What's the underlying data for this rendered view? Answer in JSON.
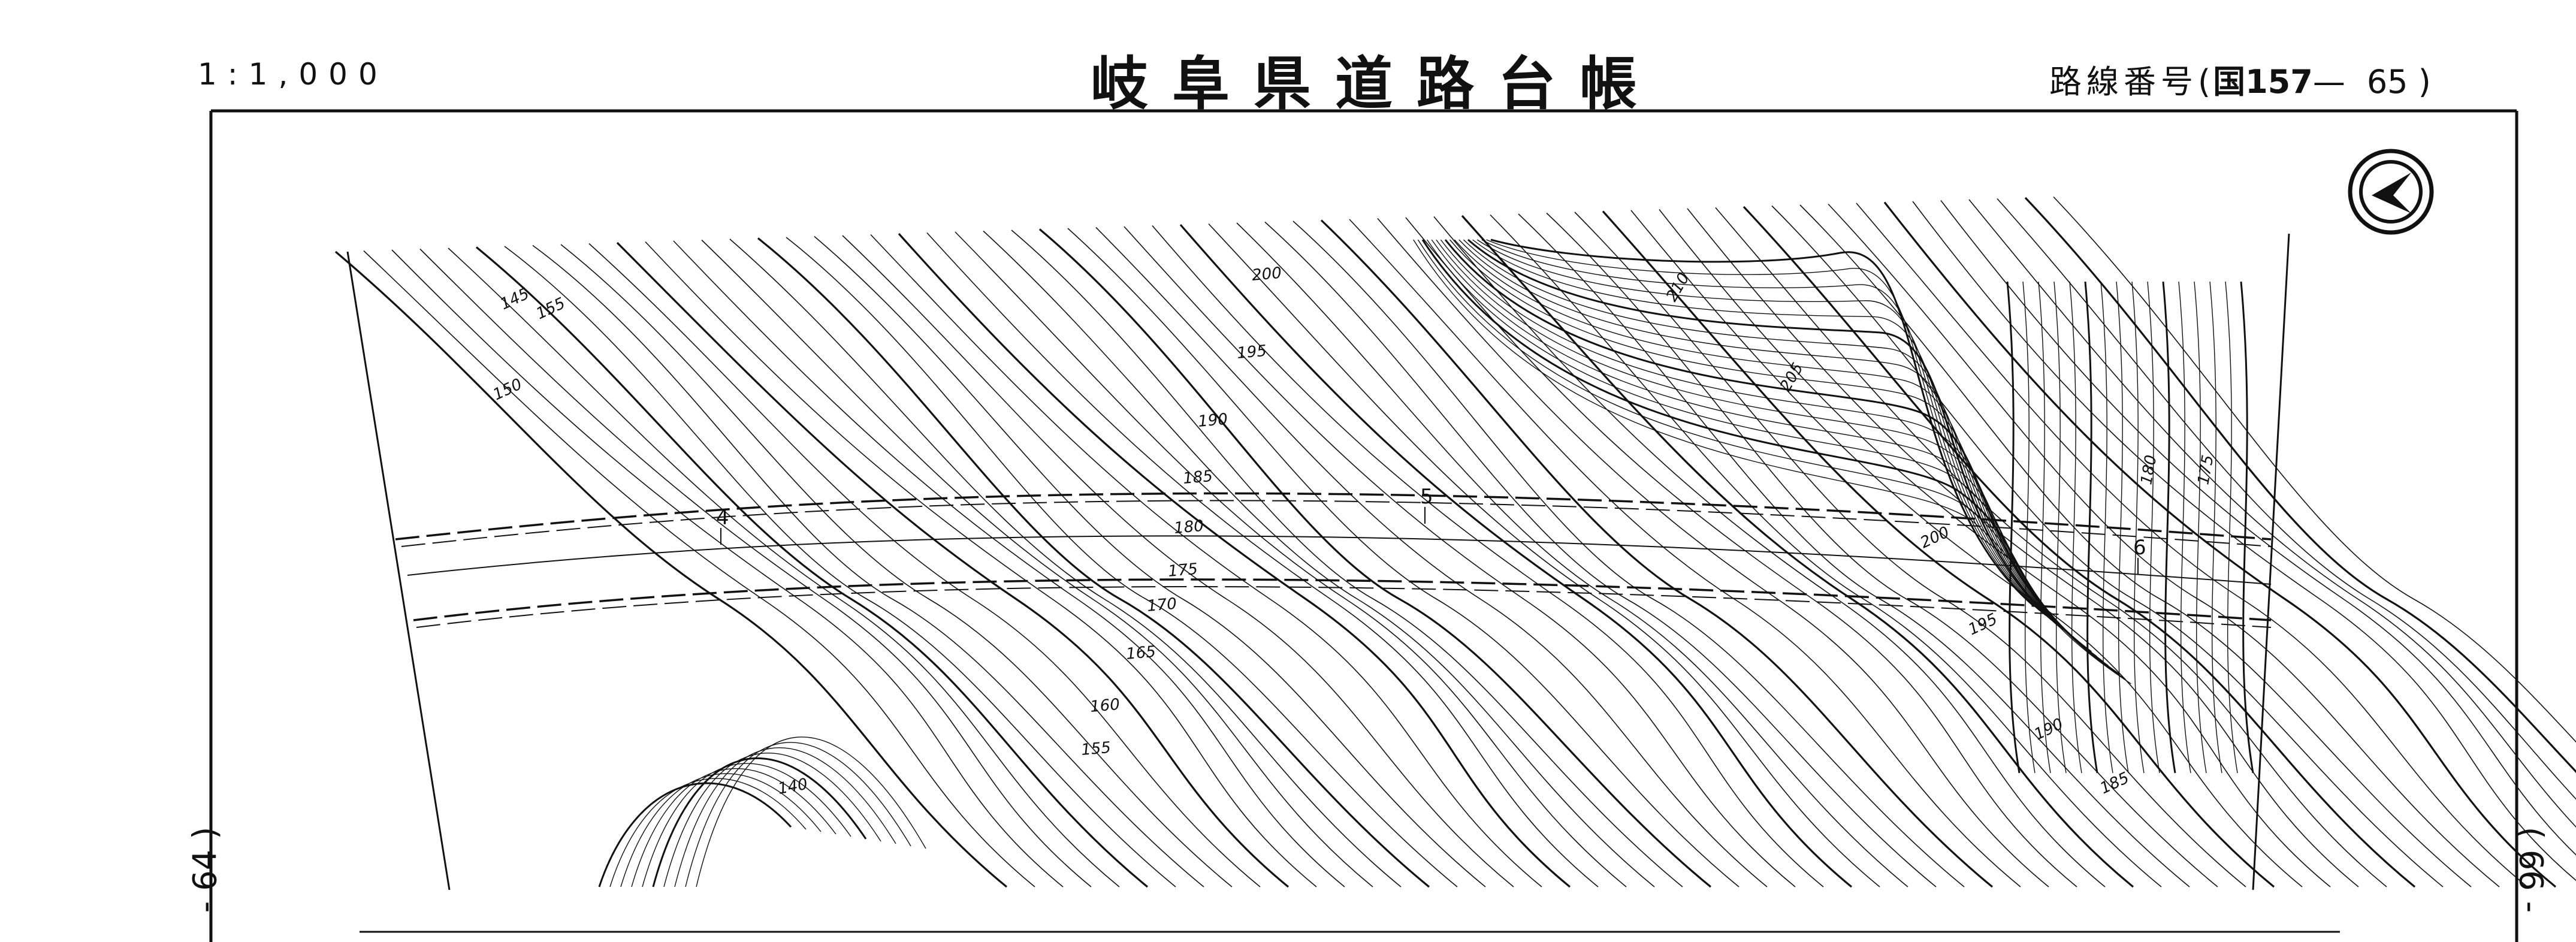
{
  "header": {
    "scale": "1:1,000",
    "title": "岐阜県道路台帳",
    "route_label": "路線番号",
    "route_number": "国157",
    "route_suffix": "65 )"
  },
  "adjacent_sheets": {
    "left": "- 64 )",
    "right": "( 66 -"
  },
  "map": {
    "north_arrow_icon": "compass-north-arrow-icon",
    "station_labels": [
      "4",
      "5",
      "6"
    ],
    "contour_labels": [
      "200",
      "195",
      "190",
      "185",
      "180",
      "175",
      "170",
      "165",
      "160",
      "155",
      "150",
      "145",
      "140",
      "155",
      "210",
      "205",
      "200",
      "195",
      "190",
      "185",
      "180",
      "175"
    ],
    "line_color": "#111111"
  }
}
